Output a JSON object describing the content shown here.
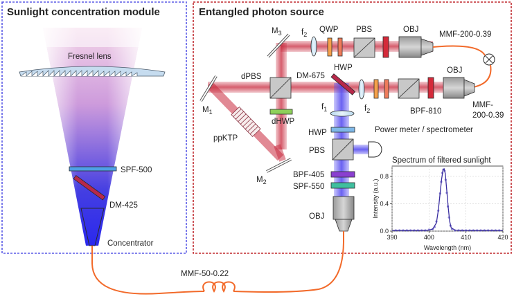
{
  "panels": {
    "left_title": "Sunlight concentration module",
    "right_title": "Entangled photon source",
    "left_border_color": "#5a5ae6",
    "right_border_color": "#c0282d"
  },
  "left_labels": {
    "fresnel": "Fresnel lens",
    "spf500": "SPF-500",
    "dm425": "DM-425",
    "concentrator": "Concentrator"
  },
  "fiber_label": "MMF-50-0.22",
  "optics": {
    "m3": "M",
    "m3_sub": "3",
    "m1": "M",
    "m1_sub": "1",
    "m2": "M",
    "m2_sub": "2",
    "f2_top": "f",
    "f2_top_sub": "2",
    "f2_mid": "f",
    "f2_mid_sub": "2",
    "f1": "f",
    "f1_sub": "1",
    "qwp": "QWP",
    "pbs_top": "PBS",
    "hwp_top": "HWP",
    "obj_top": "OBJ",
    "mmf_top": "MMF-200-0.39",
    "dpbs": "dPBS",
    "dm675": "DM-675",
    "obj_mid": "OBJ",
    "bpf810": "BPF-810",
    "mmf_mid_1": "MMF-",
    "mmf_mid_2": "200-0.39",
    "dhwp": "dHWP",
    "ppktp": "ppKTP",
    "hwp_low": "HWP",
    "pbs_low": "PBS",
    "power_meter": "Power meter / spectrometer",
    "bpf405": "BPF-405",
    "spf550": "SPF-550",
    "obj_low": "OBJ"
  },
  "colors": {
    "red_beam": "#c8283c",
    "blue_beam": "#5046f0",
    "fiber": "#f26a2a",
    "qwp": "#f5a04a",
    "hwp": "#ef7b5a",
    "filter810": "#d42a3a",
    "hwp_blue": "#7fb8e8",
    "dhwp": "#8ed05a",
    "bpf405": "#8a3fd0",
    "spf550": "#3fbf9f",
    "spf500": "#4f9fe6",
    "dm425": "#b8284a"
  },
  "chart_data": {
    "type": "line",
    "title": "Spectrum of filtered sunlight",
    "xlabel": "Wavelength (nm)",
    "ylabel": "Intensity (a.u.)",
    "xlim": [
      390,
      420
    ],
    "ylim": [
      0,
      0.95
    ],
    "xticks": [
      390,
      400,
      410,
      420
    ],
    "yticks": [
      0.0,
      0.4,
      0.8
    ],
    "ytick_labels": [
      "0.0",
      "0.4",
      "0.8"
    ],
    "grid": true,
    "series": [
      {
        "style": "markers",
        "x": [
          391,
          392,
          393,
          394,
          395,
          396,
          397,
          398,
          399,
          400,
          401,
          401.5,
          402,
          402.5,
          403,
          403.3,
          403.6,
          403.9,
          404.2,
          404.5,
          404.8,
          405.1,
          405.4,
          405.8,
          406.2,
          407,
          408,
          409,
          410,
          411,
          412,
          413,
          414,
          415,
          416,
          417,
          418,
          419
        ],
        "y": [
          0.01,
          0.01,
          0.01,
          0.01,
          0.01,
          0.01,
          0.01,
          0.01,
          0.01,
          0.02,
          0.03,
          0.06,
          0.14,
          0.3,
          0.55,
          0.72,
          0.85,
          0.9,
          0.88,
          0.75,
          0.56,
          0.36,
          0.2,
          0.08,
          0.03,
          0.01,
          0.01,
          0.01,
          0.01,
          0.01,
          0.01,
          0.01,
          0.01,
          0.01,
          0.01,
          0.01,
          0.01,
          0.01
        ]
      },
      {
        "style": "line",
        "x": [
          390,
          398,
          400,
          401,
          402,
          402.5,
          403,
          403.4,
          403.8,
          404.1,
          404.4,
          404.8,
          405.2,
          405.6,
          406,
          407,
          410,
          420
        ],
        "y": [
          0.01,
          0.01,
          0.015,
          0.03,
          0.12,
          0.3,
          0.55,
          0.76,
          0.9,
          0.91,
          0.84,
          0.6,
          0.34,
          0.14,
          0.05,
          0.015,
          0.01,
          0.01
        ]
      }
    ]
  }
}
